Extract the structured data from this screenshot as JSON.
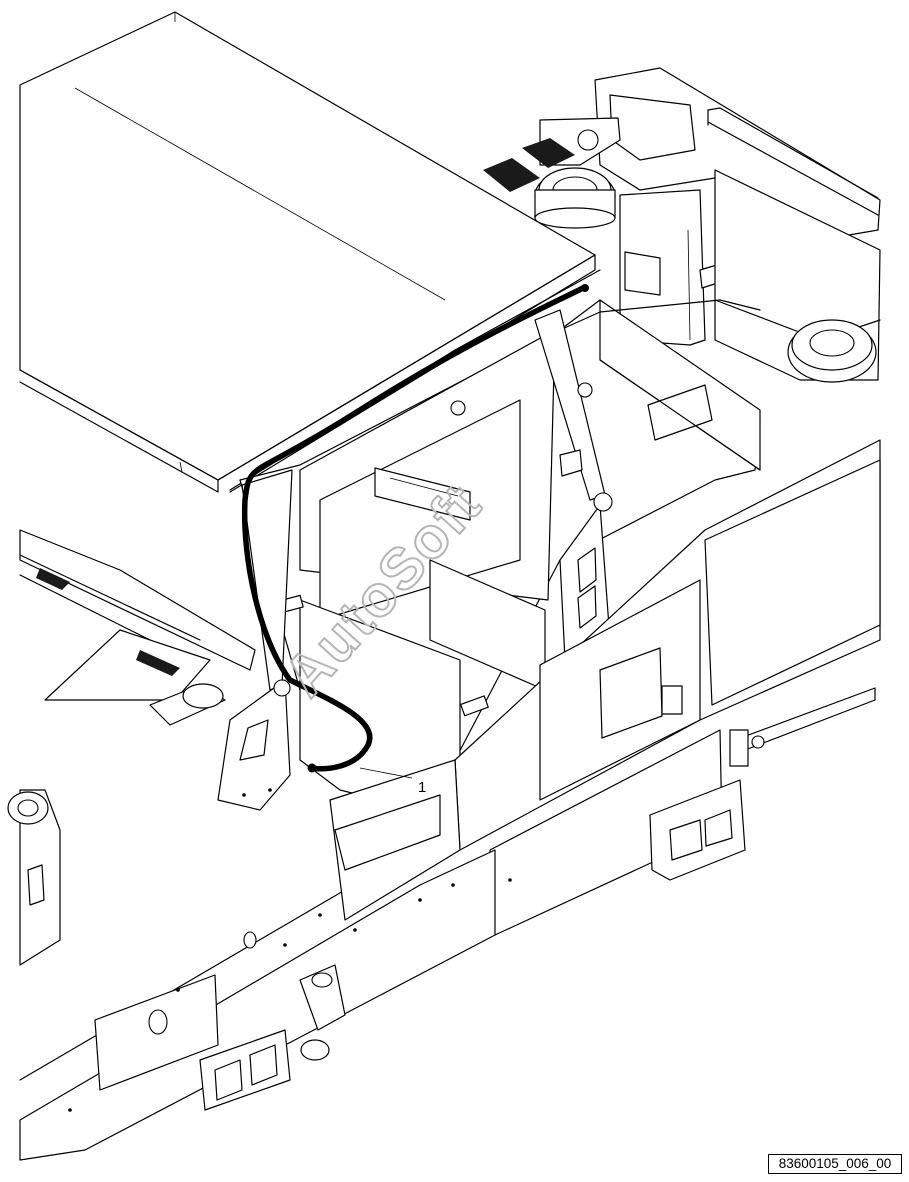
{
  "figure": {
    "callout_label": "1",
    "watermark": "AutoSoft",
    "drawing_id": "83600105_006_00"
  },
  "colors": {
    "line": "#000000",
    "background": "#ffffff",
    "watermark": "#b5b5b5"
  }
}
